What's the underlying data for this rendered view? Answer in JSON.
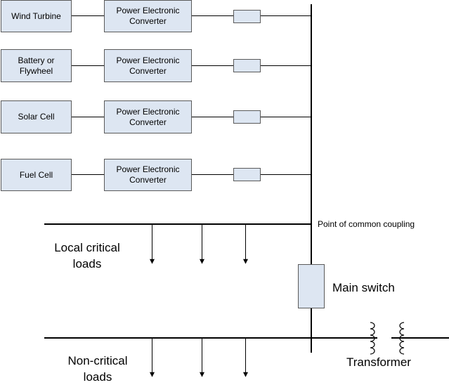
{
  "sources": [
    {
      "name": "Wind Turbine",
      "converter": "Power Electronic\nConverter"
    },
    {
      "name": "Battery or\nFlywheel",
      "converter": "Power Electronic\nConverter"
    },
    {
      "name": "Solar Cell",
      "converter": "Power Electronic\nConverter"
    },
    {
      "name": "Fuel Cell",
      "converter": "Power Electronic\nConverter"
    }
  ],
  "labels": {
    "pcc": "Point of common coupling",
    "critical_loads": "Local critical\nloads",
    "main_switch": "Main switch",
    "non_critical_loads": "Non-critical\nloads",
    "transformer": "Transformer"
  }
}
